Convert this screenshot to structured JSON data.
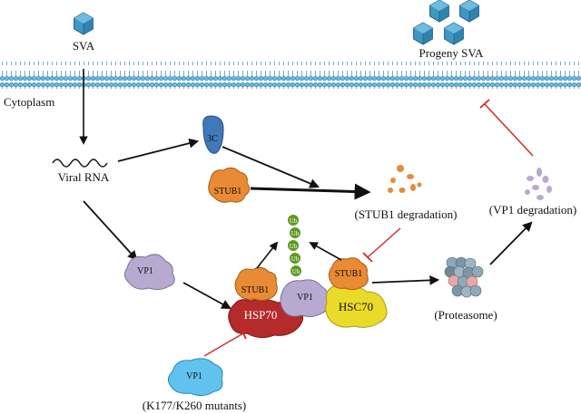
{
  "labels": {
    "sva": "SVA",
    "progeny": "Progeny SVA",
    "cytoplasm": "Cytoplasm",
    "viral_rna": "Viral RNA",
    "protease_3c": "3C",
    "stub1_free": "STUB1",
    "stub1_degradation": "(STUB1 degradation)",
    "vp1_degradation": "(VP1 degradation)",
    "vp1_free": "VP1",
    "stub1_hsp": "STUB1",
    "hsp70": "HSP70",
    "vp1_complex": "VP1",
    "stub1_hsc": "STUB1",
    "hsc70": "HSC70",
    "ubiquitin": "Ub",
    "proteasome": "(Proteasome)",
    "vp1_mutant": "VP1",
    "mutants": "(K177/K260 mutants)"
  },
  "colors": {
    "virus": "#3f97c4",
    "membrane": "#6fb6dc",
    "protease_3c": "#3f79b8",
    "stub1": "#e98a34",
    "vp1": "#b8a9d0",
    "hsp70": "#b52a2a",
    "hsc70": "#eadb2a",
    "ubiquitin": "#5c9a1e",
    "proteasome": "#8fa9b8",
    "inhibit": "#d02a2a"
  }
}
